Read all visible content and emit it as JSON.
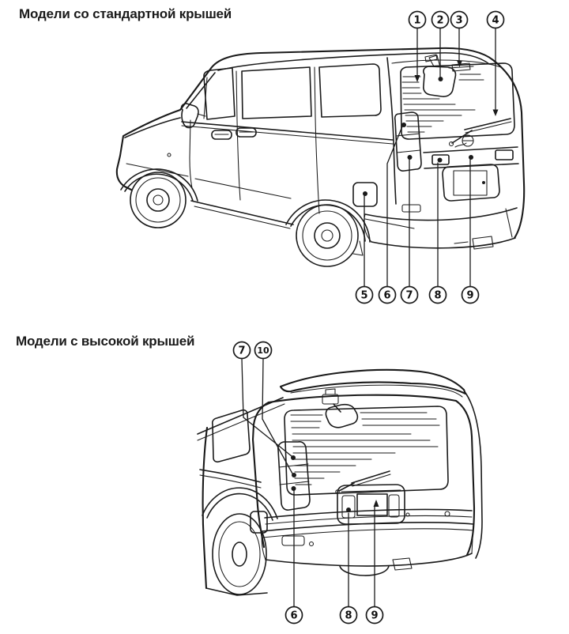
{
  "page": {
    "background": "#ffffff",
    "ink": "#1a1a1a"
  },
  "sections": {
    "standard_roof": {
      "title": "Модели со стандартной крышей",
      "callouts": {
        "c1": "1",
        "c2": "2",
        "c3": "3",
        "c4": "4",
        "c5": "5",
        "c6": "6",
        "c7": "7",
        "c8": "8",
        "c9": "9"
      }
    },
    "high_roof": {
      "title": "Модели с высокой крышей",
      "callouts": {
        "c6": "6",
        "c7": "7",
        "c8": "8",
        "c9": "9",
        "c10": "10"
      }
    }
  }
}
